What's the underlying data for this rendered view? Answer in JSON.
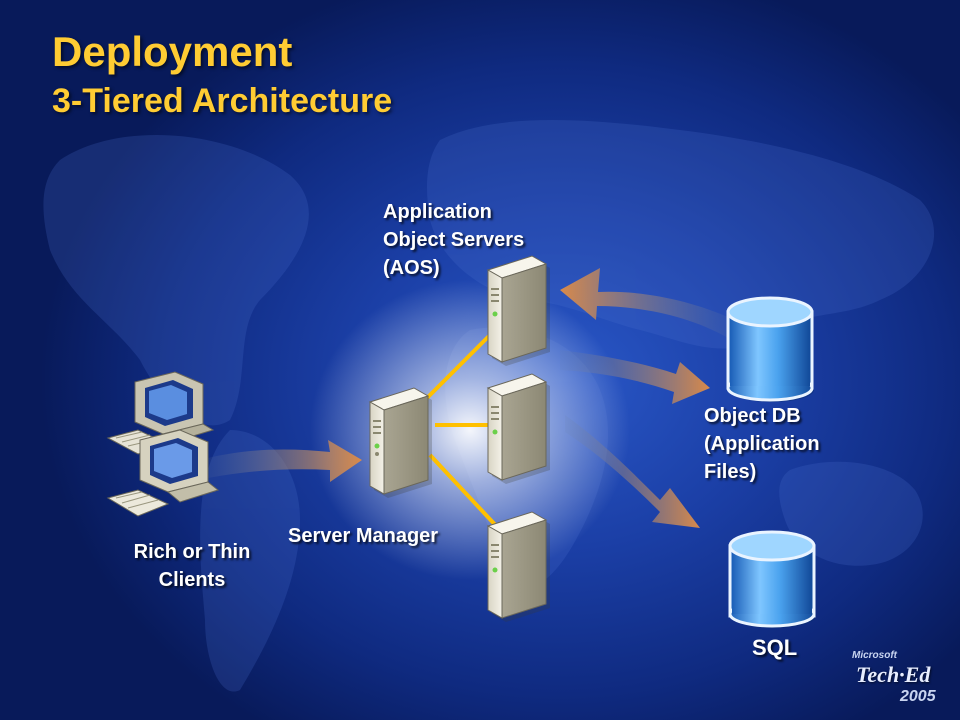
{
  "slide": {
    "title": "Deployment",
    "subtitle": "3-Tiered Architecture"
  },
  "labels": {
    "aos": [
      "Application",
      "Object Servers",
      "(AOS)"
    ],
    "object_db": [
      "Object DB",
      "(Application",
      "Files)"
    ],
    "server_manager": "Server Manager",
    "clients": [
      "Rich or Thin",
      "Clients"
    ],
    "sql": "SQL"
  },
  "logo": {
    "company": "Microsoft",
    "event": "Tech·Ed",
    "year": "2005"
  },
  "colors": {
    "title": "#ffcc33",
    "label": "#ffffff",
    "connector": "#ffc000",
    "background": "#1b3fa6"
  }
}
